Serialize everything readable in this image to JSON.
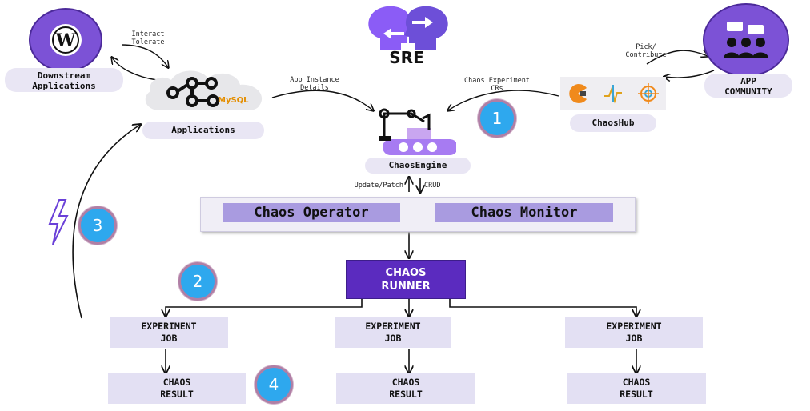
{
  "title": "SRE",
  "nodes": {
    "downstream": "Downstream\nApplications",
    "applications": "Applications",
    "mysql": "MySQL",
    "app_community": "APP\nCOMMUNITY",
    "chaoshub": "ChaosHub",
    "chaosengine": "ChaosEngine",
    "chaos_operator": "Chaos Operator",
    "chaos_monitor": "Chaos Monitor",
    "chaos_runner": "CHAOS\nRUNNER",
    "experiment_job": "EXPERIMENT\nJOB",
    "chaos_result": "CHAOS\nRESULT"
  },
  "edge_labels": {
    "interact_tolerate": "Interact\nTolerate",
    "app_instance_details": "App Instance\nDetails",
    "chaos_experiment_crs": "Chaos Experiment\nCRs",
    "pick_contribute": "Pick/\nContribute",
    "update_patch": "Update/Patch",
    "crud": "CRUD"
  },
  "steps": [
    "1",
    "2",
    "3",
    "4"
  ],
  "colors": {
    "purple": "#5b2bbf",
    "lavender": "#e3e0f3",
    "badge": "#2ea8ee",
    "badge_border": "#b07fa5"
  }
}
